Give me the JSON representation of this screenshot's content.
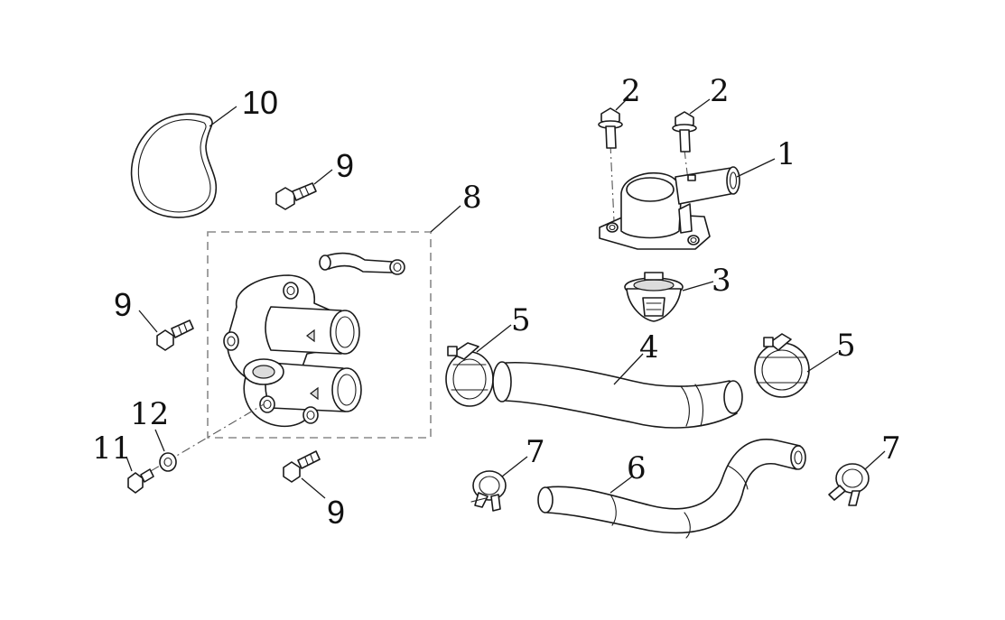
{
  "callouts": {
    "p1": "1",
    "p2a": "2",
    "p2b": "2",
    "p3": "3",
    "p4": "4",
    "p5a": "5",
    "p5b": "5",
    "p6": "6",
    "p7a": "7",
    "p7b": "7",
    "p8": "8",
    "p9a": "9",
    "p9b": "9",
    "p9c": "9",
    "p10": "10",
    "p11": "11",
    "p12": "12"
  }
}
